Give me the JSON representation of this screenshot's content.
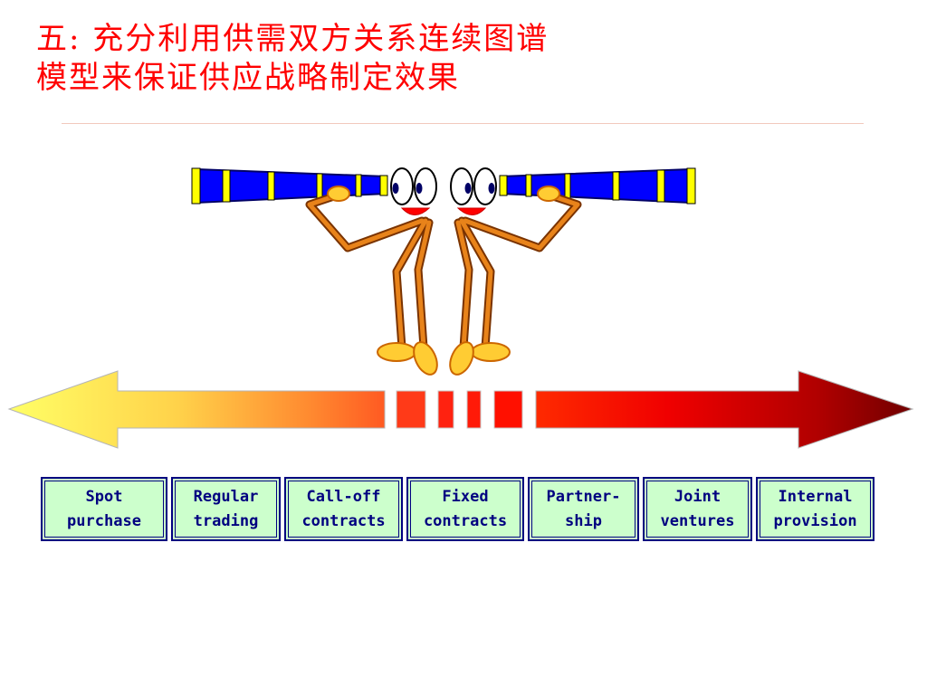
{
  "title": {
    "line1": "五: 充分利用供需双方关系连续图谱",
    "line2": "模型来保证供应战略制定效果"
  },
  "spectrum": {
    "items": [
      "Spot\npurchase",
      "Regular\ntrading",
      "Call-off\ncontracts",
      "Fixed\ncontracts",
      "Partner-\nship",
      "Joint\nventures",
      "Internal\nprovision"
    ]
  },
  "colors": {
    "title": "#ff0000",
    "box_fill": "#ccffcc",
    "box_border": "#000080",
    "box_text": "#000080",
    "arrow_left": "#ffff66",
    "arrow_mid": "#ff3300",
    "arrow_right": "#800000",
    "telescope_body": "#0000ff",
    "telescope_bands": "#ffff00",
    "figure_limb": "#cc6600",
    "figure_fill": "#ffcc33"
  }
}
